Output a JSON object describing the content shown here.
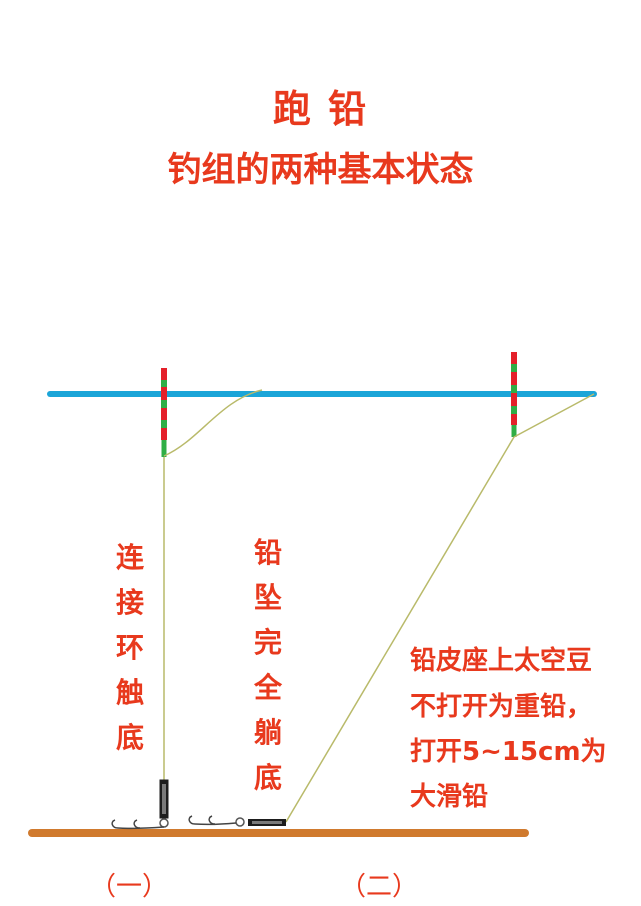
{
  "title": "跑 铅",
  "subtitle": "钓组的两种基本状态",
  "state1": {
    "vertical_text": "连接环触底",
    "label": "（一）"
  },
  "state2": {
    "vertical_text": "铅坠完全躺底",
    "label": "（二）"
  },
  "note_lines": [
    "铅皮座上太空豆",
    "不打开为重铅，",
    "打开5~15cm为",
    "大滑铅"
  ],
  "colors": {
    "text": "#e8391d",
    "water": "#1ba5d8",
    "bottom": "#d07a2e",
    "float_red": "#e4202a",
    "float_green": "#2fae46",
    "line": "#b9ba6a"
  }
}
